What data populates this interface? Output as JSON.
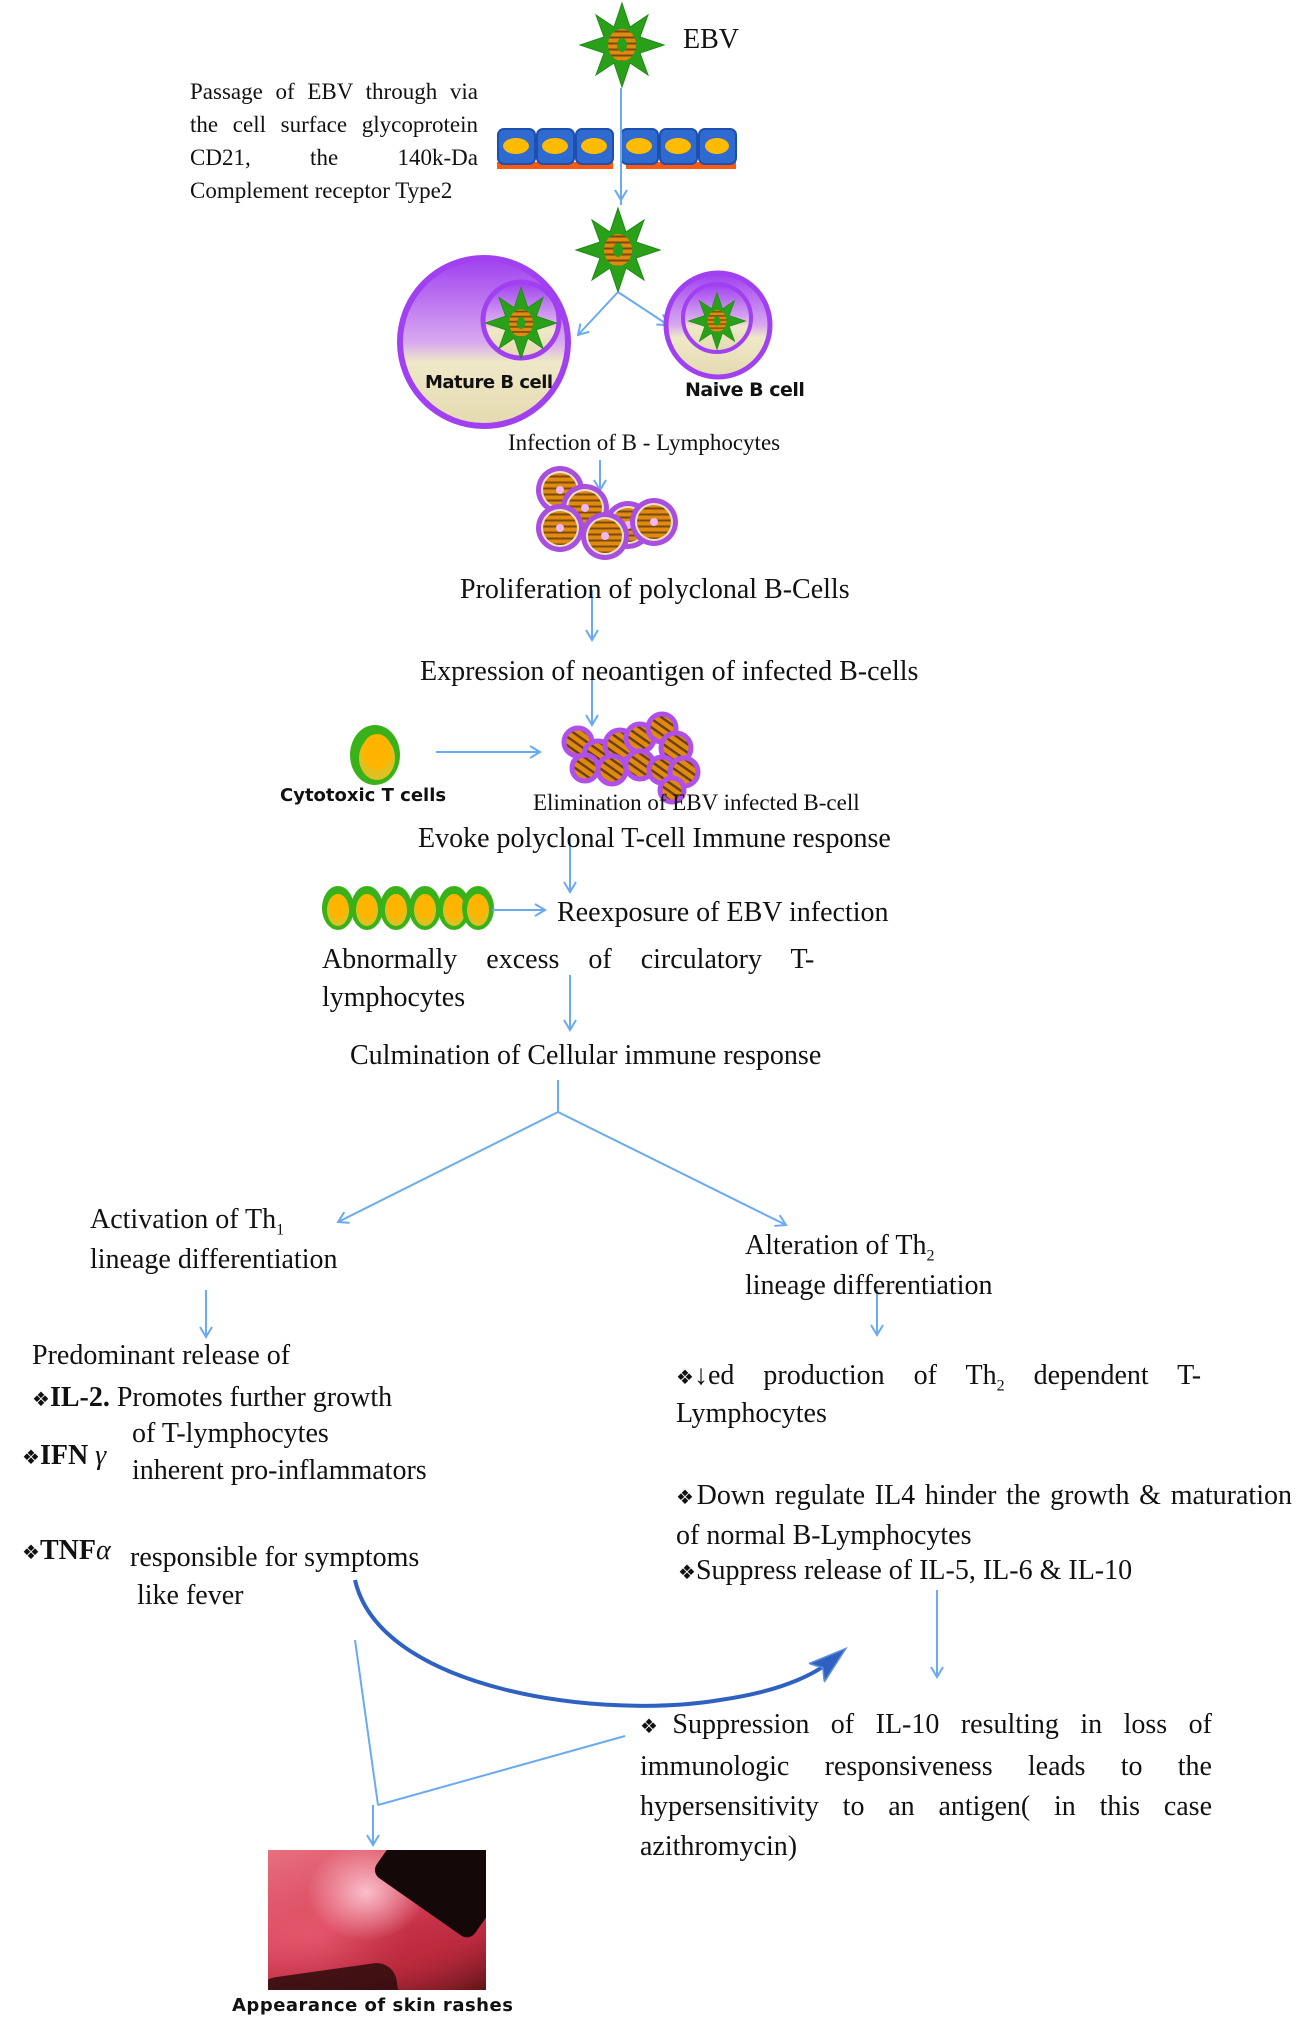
{
  "diagram": {
    "colors": {
      "arrow": "#6aaaf0",
      "curved_arrow": "#2f62c0",
      "virus_green": "#2aa01a",
      "virus_core": "#e08a10",
      "virus_stripe": "#7a4a10",
      "cell_purple": "#a040f0",
      "cell_cream": "#efe8c8",
      "epithelium_blue": "#2f6ad0",
      "epithelium_nucleus": "#ffbb00",
      "basement_orange": "#ff5a10",
      "tcell_green": "#39b21a",
      "tcell_yellow": "#ffb400"
    },
    "top": {
      "virus_label": "EBV",
      "passage_text": "Passage of EBV through via the cell surface glycoprotein CD21, the 140k-Da Complement receptor Type2"
    },
    "b_cells": {
      "mature_label": "Mature B cell",
      "naive_label": "Naive B cell",
      "infection_label": "Infection of B - Lymphocytes"
    },
    "steps": {
      "proliferation": "Proliferation  of polyclonal B-Cells",
      "expression": "Expression of neoantigen of infected B-cells",
      "cytotoxic_label": "Cytotoxic T cells",
      "elimination": "Elimination   of EBV infected B-cell",
      "evoke": "Evoke polyclonal T-cell Immune response",
      "reexposure": "Reexposure of EBV infection",
      "abnormal_line1": "Abnormally excess of circulatory T-",
      "abnormal_line2": "lymphocytes",
      "culmination": "Culmination of Cellular immune response"
    },
    "th1_branch": {
      "title_prefix": "Activation of Th",
      "title_sub": "1",
      "title_line2": "lineage differentiation",
      "release_heading": "Predominant release of",
      "bullet_glyph": "❖",
      "il2_label": "IL-2.",
      "il2_text": "Promotes further growth",
      "il2_text_line2": "of T-lymphocytes",
      "ifn_label": "IFN",
      "ifn_symbol": "γ",
      "ifn_text": "inherent pro-inflammators",
      "tnf_label": "TNF",
      "tnf_symbol": "α",
      "tnf_text": "responsible  for symptoms",
      "tnf_text_line2": "like fever"
    },
    "th2_branch": {
      "title_prefix": "Alteration of Th",
      "title_sub": "2",
      "title_line2": "lineage differentiation",
      "bullet_glyph": "❖",
      "bullet1_prefix": "↓ed  production of Th",
      "bullet1_sub": "2",
      "bullet1_suffix": " dependent T-",
      "bullet1_line2": "Lymphocytes",
      "bullet2": "Down regulate IL4 hinder the growth  & maturation of normal B-Lymphocytes",
      "bullet3": "Suppress release of IL-5, IL-6 & IL-10",
      "bullet4": "Suppression of IL-10 resulting in loss of immunologic responsiveness leads to the hypersensitivity to an antigen( in this case azithromycin)"
    },
    "outcome": {
      "image_alt": "skin rash photograph",
      "caption": "Appearance of skin rashes"
    }
  }
}
